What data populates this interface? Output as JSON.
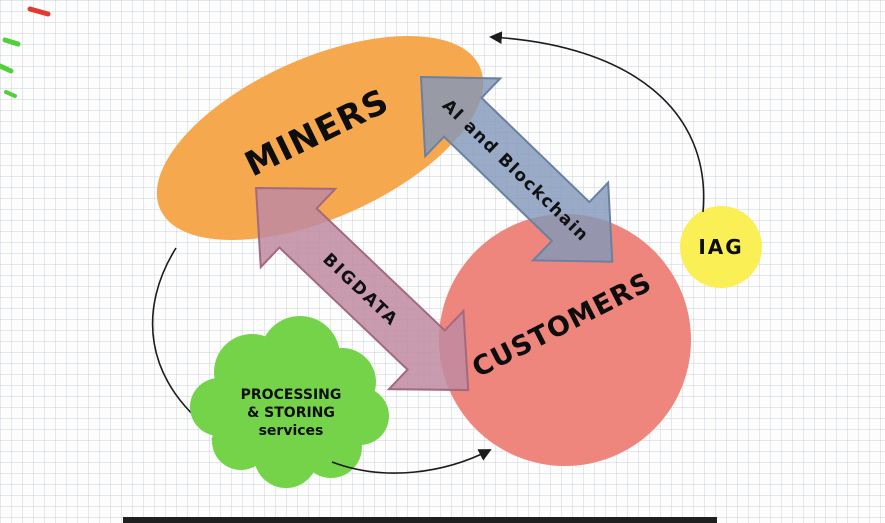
{
  "canvas": {
    "background": "#fdfdfe",
    "grid_color": "#c8cfd5"
  },
  "nodes": {
    "miners": {
      "label": "MINERS",
      "fill": "#F6A84F"
    },
    "customers": {
      "label": "CUSTOMERS",
      "fill": "#ED8076"
    },
    "iag": {
      "label": "IAG",
      "fill": "#FBEF56"
    },
    "processing_cloud": {
      "label_line1": "PROCESSING",
      "label_line2": "& STORING",
      "label_line3": "services",
      "fill": "#74D348"
    }
  },
  "connectors": {
    "ai_blockchain": {
      "label": "AI and Blockchain",
      "fill": "#8398BA",
      "stroke": "#6A81A1"
    },
    "bigdata": {
      "label": "BIGDATA",
      "fill": "#C08AA1",
      "stroke": "#A2697F"
    },
    "curve_color": "#1c1c1c"
  },
  "stray_marks": {
    "red": "#E23B2E",
    "green": "#52CF3A",
    "edge": "#1f1f1f"
  }
}
